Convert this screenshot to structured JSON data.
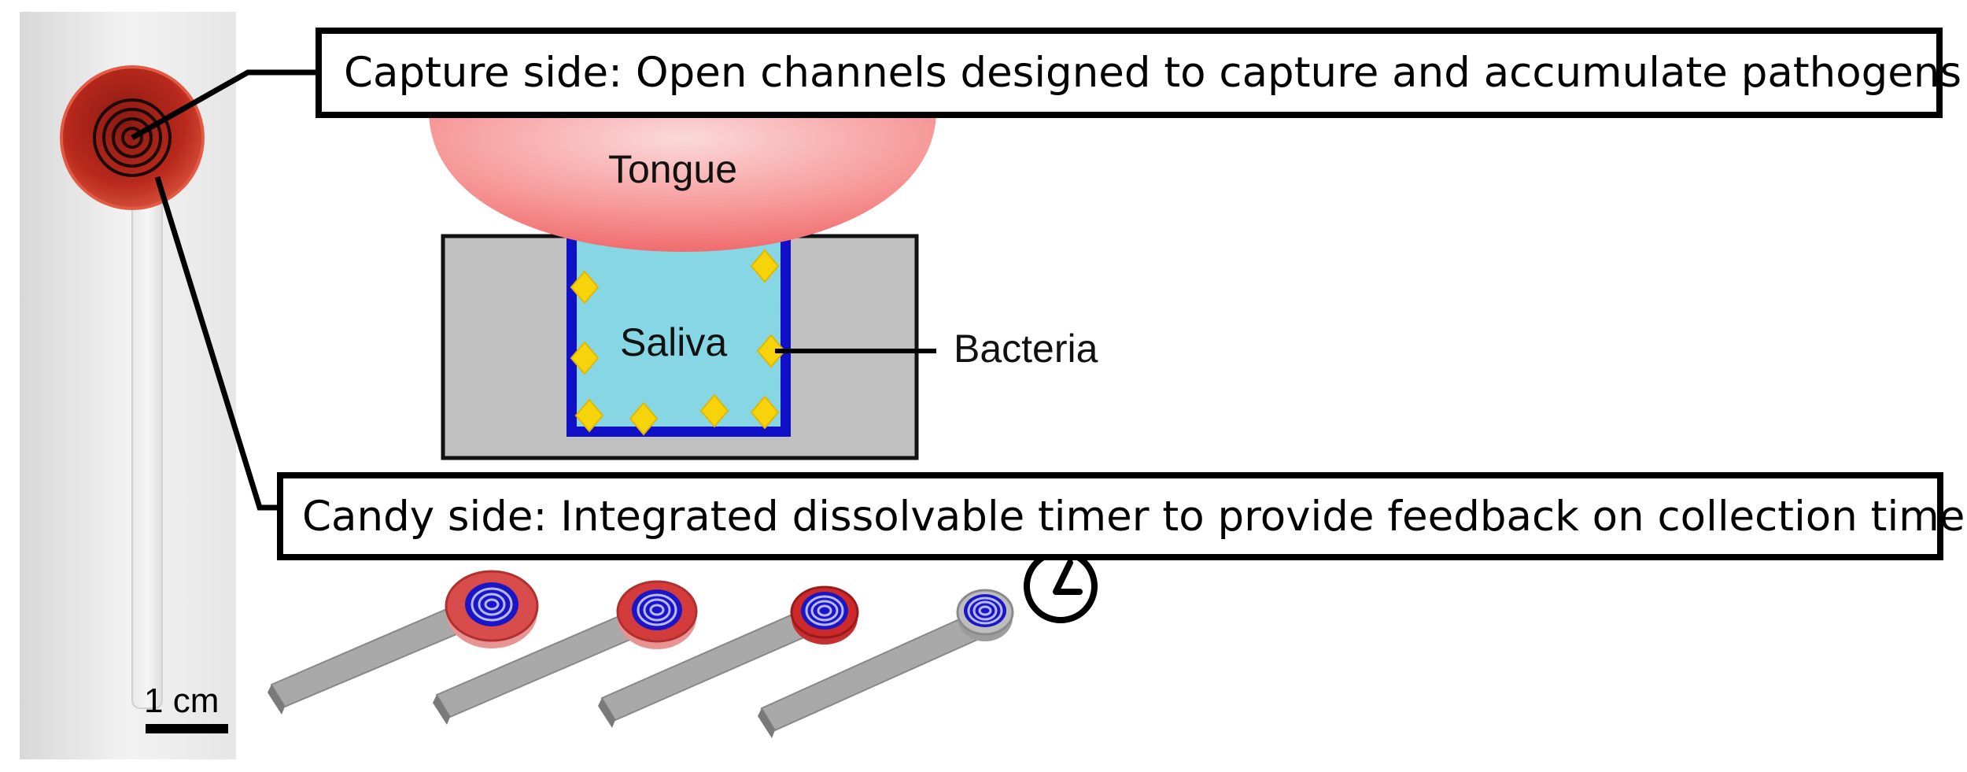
{
  "captions": {
    "capture": "Capture side: Open channels designed to capture and accumulate pathogens",
    "candy": "Candy side: Integrated dissolvable timer to provide feedback on collection time"
  },
  "cross_section": {
    "tongue": "Tongue",
    "saliva": "Saliva",
    "bacteria": "Bacteria"
  },
  "scale_bar": "1 cm",
  "colors": {
    "tongue": "#f47f80",
    "saliva": "#86d6e4",
    "channel_wall": "#1010c8",
    "substrate": "#c0c0c0",
    "bacteria": "#f6d30a",
    "candy": "#c12a20",
    "stick": "#a9a9a9"
  },
  "icons": [
    "photo-lollipop",
    "timer-clock-icon",
    "lollipop-series"
  ]
}
